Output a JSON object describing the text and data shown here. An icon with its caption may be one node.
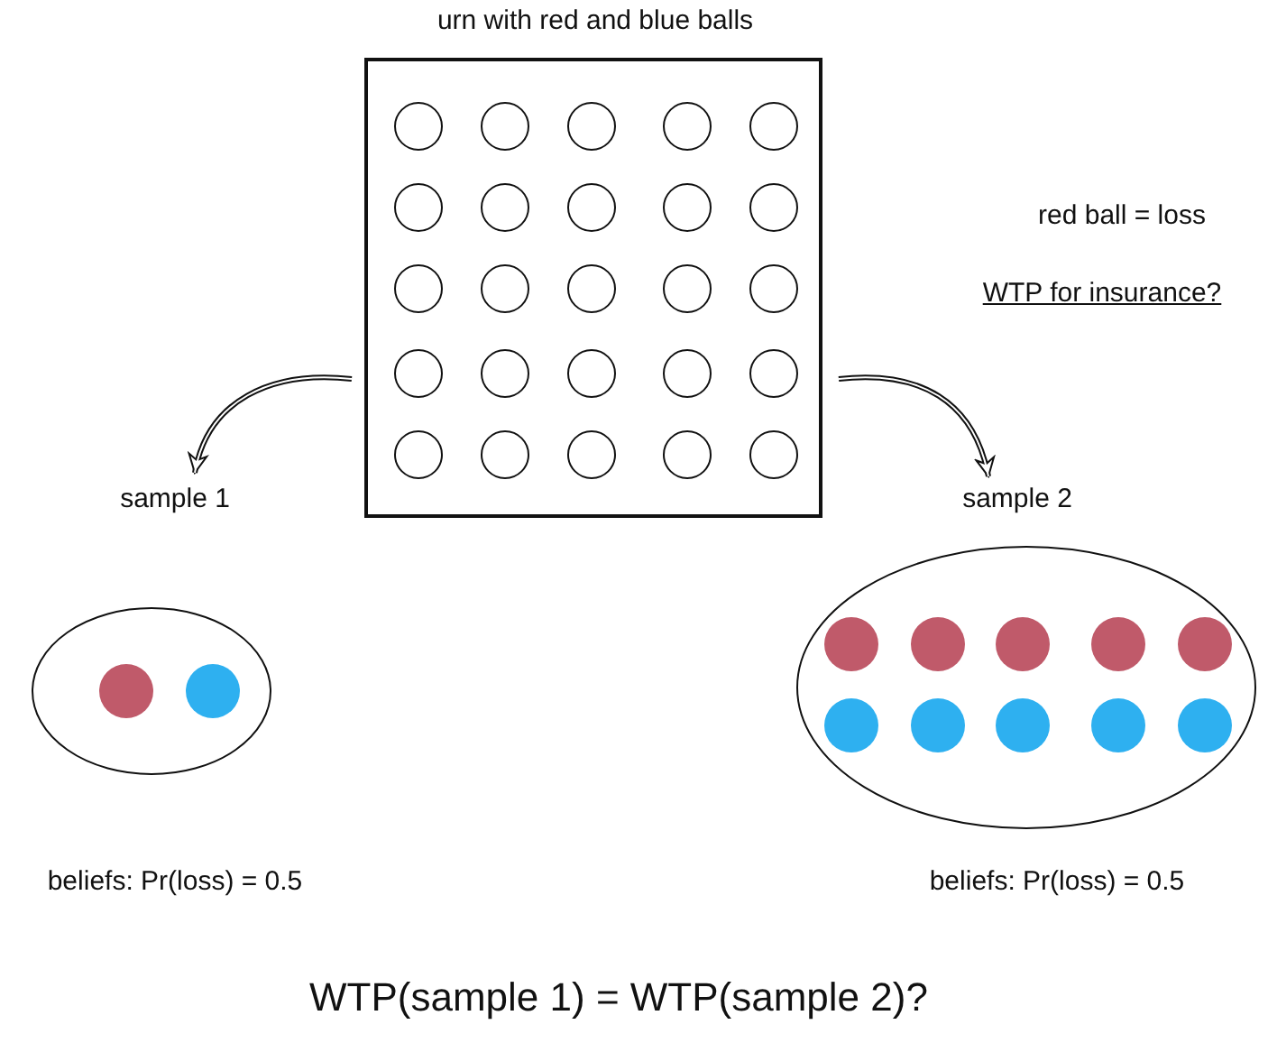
{
  "diagram": {
    "nodes": [
      {
        "text": [
          "urn with red and blue balls"
        ]
      },
      {
        "text": [
          "sample 1",
          "beliefs: Pr(loss) = 0.5"
        ]
      },
      {
        "text": [
          "sample 2",
          "beliefs: Pr(loss) = 0.5"
        ]
      }
    ],
    "edges": [
      {
        "from": 0,
        "to": 1,
        "arrow": "to"
      },
      {
        "from": 0,
        "to": 2,
        "arrow": "to"
      }
    ],
    "labels": [
      "red ball = loss",
      "WTP for insurance?",
      "WTP(sample 1) = WTP(sample 2)?"
    ]
  }
}
